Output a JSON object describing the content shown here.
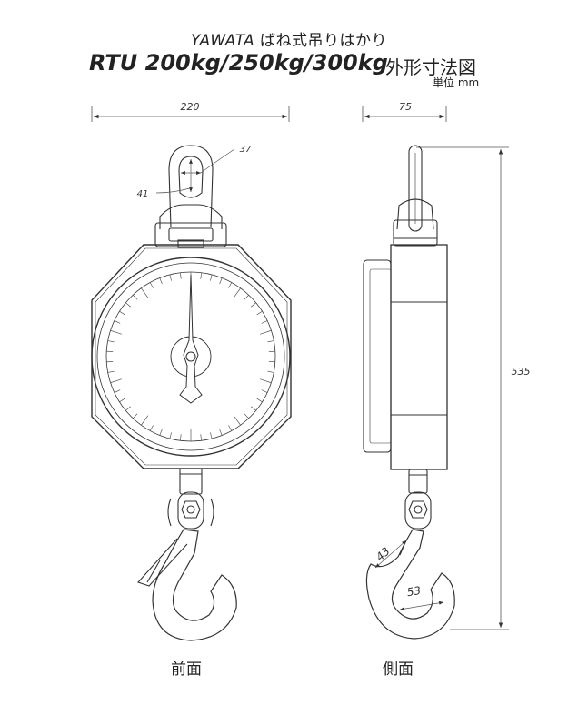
{
  "header": {
    "brand": "YAWATA",
    "product_type": "ばね式吊りはかり",
    "model": "RTU 200kg/250kg/300kg",
    "drawing_title": "外形寸法図",
    "unit_label": "単位 mm"
  },
  "dimensions": {
    "front_width": "220",
    "side_width": "75",
    "total_height": "535",
    "eye_inner_width": "37",
    "eye_inner_height": "41",
    "hook_gap": "43",
    "hook_throat": "53"
  },
  "views": {
    "front_label": "前面",
    "side_label": "側面"
  }
}
